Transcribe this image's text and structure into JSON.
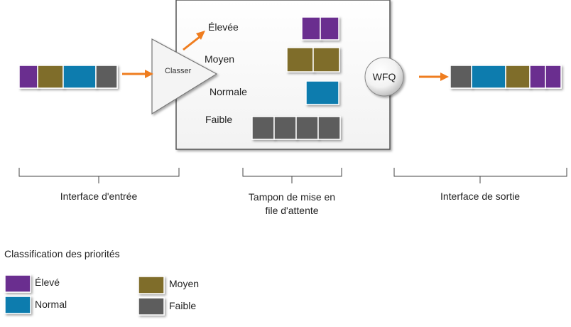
{
  "colors": {
    "purple": "#6a2f8f",
    "olive": "#7f6d2c",
    "blue": "#0d7cae",
    "gray": "#5d5d5d",
    "arrow": "#ef7d1f"
  },
  "classifier": {
    "label": "Classer"
  },
  "queues": {
    "high": "Élevée",
    "medium": "Moyen",
    "normal": "Normale",
    "low": "Faible"
  },
  "scheduler": {
    "label": "WFQ"
  },
  "brackets": {
    "input": "Interface d'entrée",
    "buffer": "Tampon de mise en\nfile d'attente",
    "output": "Interface de sortie"
  },
  "legend": {
    "title": "Classification des priorités",
    "items": [
      {
        "label": "Élevé",
        "color": "purple"
      },
      {
        "label": "Moyen",
        "color": "olive"
      },
      {
        "label": "Normal",
        "color": "blue"
      },
      {
        "label": "Faible",
        "color": "gray"
      }
    ]
  },
  "streams": {
    "input": [
      "purple",
      "olive",
      "blue",
      "gray"
    ],
    "output": [
      "gray",
      "blue",
      "olive",
      "purple",
      "purple"
    ],
    "queue_high": [
      "purple",
      "purple"
    ],
    "queue_medium": [
      "olive",
      "olive"
    ],
    "queue_normal": [
      "blue"
    ],
    "queue_low": [
      "gray",
      "gray",
      "gray",
      "gray"
    ]
  }
}
